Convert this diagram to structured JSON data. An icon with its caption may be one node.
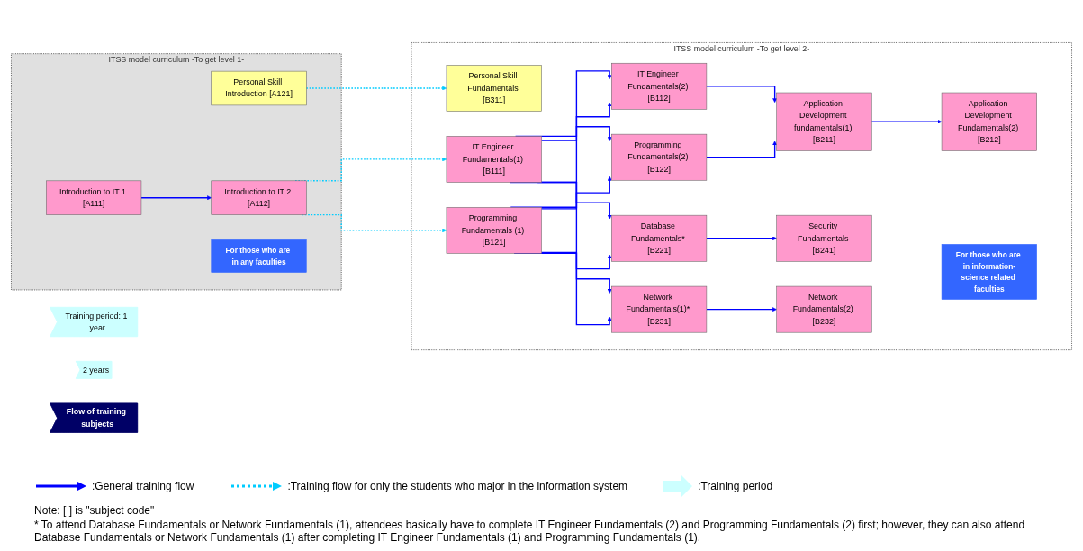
{
  "diagram": {
    "nodes": [
      {
        "text": [
          "ITSS model curriculum -To get level 1-"
        ]
      },
      {
        "text": [
          "For those who are in any faculties"
        ],
        "in": 0
      },
      {
        "text": [
          "Introduction to IT 1 [A111]"
        ],
        "in": 0
      },
      {
        "text": [
          "Introduction to IT 2 [A112]"
        ],
        "in": 0
      },
      {
        "text": [
          "Personal Skill Introduction [A121]"
        ],
        "in": 0
      },
      {
        "text": [
          "ITSS model curriculum -To get level 2-"
        ]
      },
      {
        "text": [
          "For those who are in information-science related faculties"
        ],
        "in": 5
      },
      {
        "text": [
          "IT Engineer Fundamentals(1) [B111]"
        ],
        "in": 5
      },
      {
        "text": [
          "Programming Fundamentals (1) [B121]"
        ],
        "in": 5
      },
      {
        "text": [
          "IT Engineer Fundamentals(2) [B112]"
        ],
        "in": 5
      },
      {
        "text": [
          "Programming Fundamentals(2) [B122]"
        ],
        "in": 5
      },
      {
        "text": [
          "Database Fundamentals* [B221]"
        ],
        "in": 5
      },
      {
        "text": [
          "Network Fundamentals(1)* [B231]"
        ],
        "in": 5
      },
      {
        "text": [
          "Application Development fundamentals(1) [B211]"
        ],
        "in": 5
      },
      {
        "text": [
          "Application Development Fundamentals(2) [B212]"
        ],
        "in": 5
      },
      {
        "text": [
          "Security Fundamentals [B241]"
        ],
        "in": 5
      },
      {
        "text": [
          "Network Fundamentals(2) [B232]"
        ],
        "in": 5
      },
      {
        "text": [
          "Personal Skill Fundamentals [B311]"
        ],
        "in": 5
      },
      {
        "text": [
          "Training period: 1 year"
        ]
      },
      {
        "text": [
          "2 years"
        ]
      },
      {
        "text": [
          "Flow of training subjects"
        ]
      }
    ],
    "edges": [
      {
        "from": 2,
        "to": 3,
        "arrow": "to"
      },
      {
        "from": 3,
        "to": 7,
        "arrow": "to",
        "style": "dashed",
        "color": "#00ccff"
      },
      {
        "from": 3,
        "to": 8,
        "arrow": "to",
        "style": "dashed",
        "color": "#00ccff"
      },
      {
        "from": 7,
        "to": 9,
        "arrow": "to"
      },
      {
        "from": 7,
        "to": 10,
        "arrow": "to"
      },
      {
        "from": 7,
        "to": 11,
        "arrow": "to"
      },
      {
        "from": 7,
        "to": 12,
        "arrow": "to"
      },
      {
        "from": 8,
        "to": 9,
        "arrow": "to"
      },
      {
        "from": 8,
        "to": 10,
        "arrow": "to"
      },
      {
        "from": 8,
        "to": 11,
        "arrow": "to"
      },
      {
        "from": 8,
        "to": 12,
        "arrow": "to"
      },
      {
        "from": 9,
        "to": 13,
        "arrow": "to"
      },
      {
        "from": 10,
        "to": 13,
        "arrow": "to"
      },
      {
        "from": 13,
        "to": 14,
        "arrow": "to"
      },
      {
        "from": 11,
        "to": 15,
        "arrow": "to"
      },
      {
        "from": 12,
        "to": 16,
        "arrow": "to"
      },
      {
        "from": 4,
        "to": 17,
        "arrow": "to",
        "style": "dashed",
        "color": "#00ccff"
      }
    ],
    "labels": [
      "Note: [   ] is \"subject code\"",
      "* To attend Database Fundamentals or Network Fundamentals (1), attendees basically have to complete IT Engineer Fundamentals (2) and Programming Fundamentals (2) first; however, they can also attend Database Fundamentals or Network Fundamentals (1) after completing IT Engineer Fundamentals (1) and Programming Fundamentals (1)."
    ],
    "legend": [
      {
        "text": ":General training flow"
      },
      {
        "text": ":Training flow for only the students who major in the information system"
      },
      {
        "text": ":Training period"
      }
    ]
  }
}
